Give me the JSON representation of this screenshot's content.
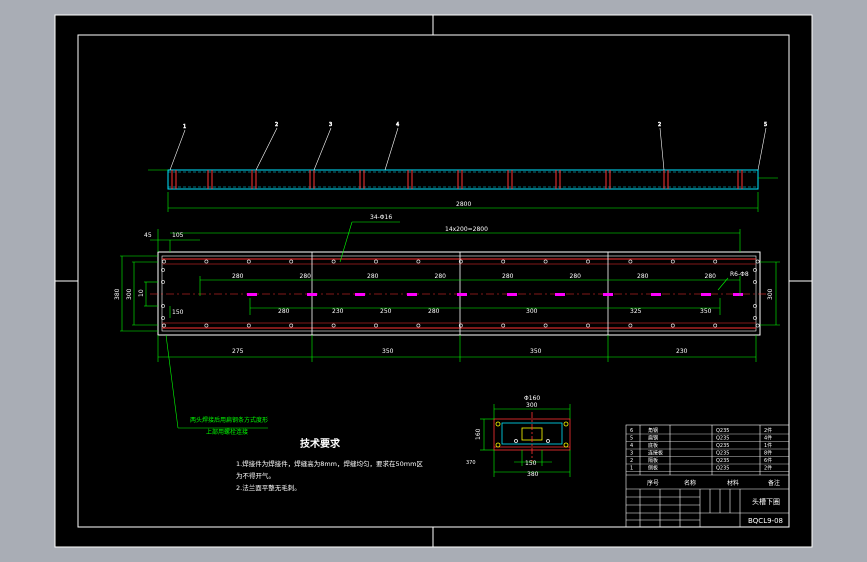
{
  "drawing": {
    "title": "头槽下圈",
    "drawing_no": "BQCL9-08",
    "tech_title": "技术要求",
    "tech_notes": [
      "1.焊接件为焊接件，焊缝高为8mm，焊缝均匀，要求在50mm区",
      "为不得开气。",
      "2.法兰面平整无毛刺。"
    ],
    "side_note": [
      "两头焊接后用扁钢条方式度形",
      "上部用螺栓连接"
    ]
  },
  "dimensions": {
    "side_overall": "2800",
    "plan_hole_callout": "34-Φ16",
    "plan_hole_pitch": "14x200=2800",
    "plan_left_edge": "105",
    "plan_left_outer": "45",
    "plan_height_total": "380",
    "plan_height_inner": "300",
    "plan_left_small": "10",
    "plan_left_small2": "150",
    "plan_right_callout": "R6-Φ8",
    "plan_right_height": "300",
    "plan_top_spacing": [
      "280",
      "280",
      "280",
      "280",
      "280",
      "280",
      "280",
      "280"
    ],
    "plan_mid_spacing": [
      "280",
      "230",
      "250",
      "280",
      "300",
      "325",
      "350"
    ],
    "plan_bottom_segments": [
      "275",
      "350",
      "350",
      "230"
    ],
    "section_width_top": "300",
    "section_top_sub": "Φ160",
    "section_height": "160",
    "section_small_left": "370",
    "section_bottom_inner": "150",
    "section_bottom_outer": "380"
  },
  "balloons": [
    "1",
    "2",
    "3",
    "4",
    "2",
    "5"
  ],
  "bom": {
    "headers": [
      "序号",
      "名称",
      "材料",
      "备注"
    ],
    "rows": [
      [
        "6",
        "角钢",
        "Q235",
        "2件"
      ],
      [
        "5",
        "扁钢",
        "Q235",
        "4件"
      ],
      [
        "4",
        "底板",
        "Q235",
        "1件"
      ],
      [
        "3",
        "连接板",
        "Q235",
        "8件"
      ],
      [
        "2",
        "隔板",
        "Q235",
        "6件"
      ],
      [
        "1",
        "侧板",
        "Q235",
        "2件"
      ]
    ]
  },
  "colors": {
    "paper": "#000000",
    "frame": "#ffffff",
    "dim": "#00ff00",
    "part": "#00e5ff",
    "hidden": "#ff3333",
    "bolt": "#ff00ff",
    "callout": "#ffff00"
  }
}
